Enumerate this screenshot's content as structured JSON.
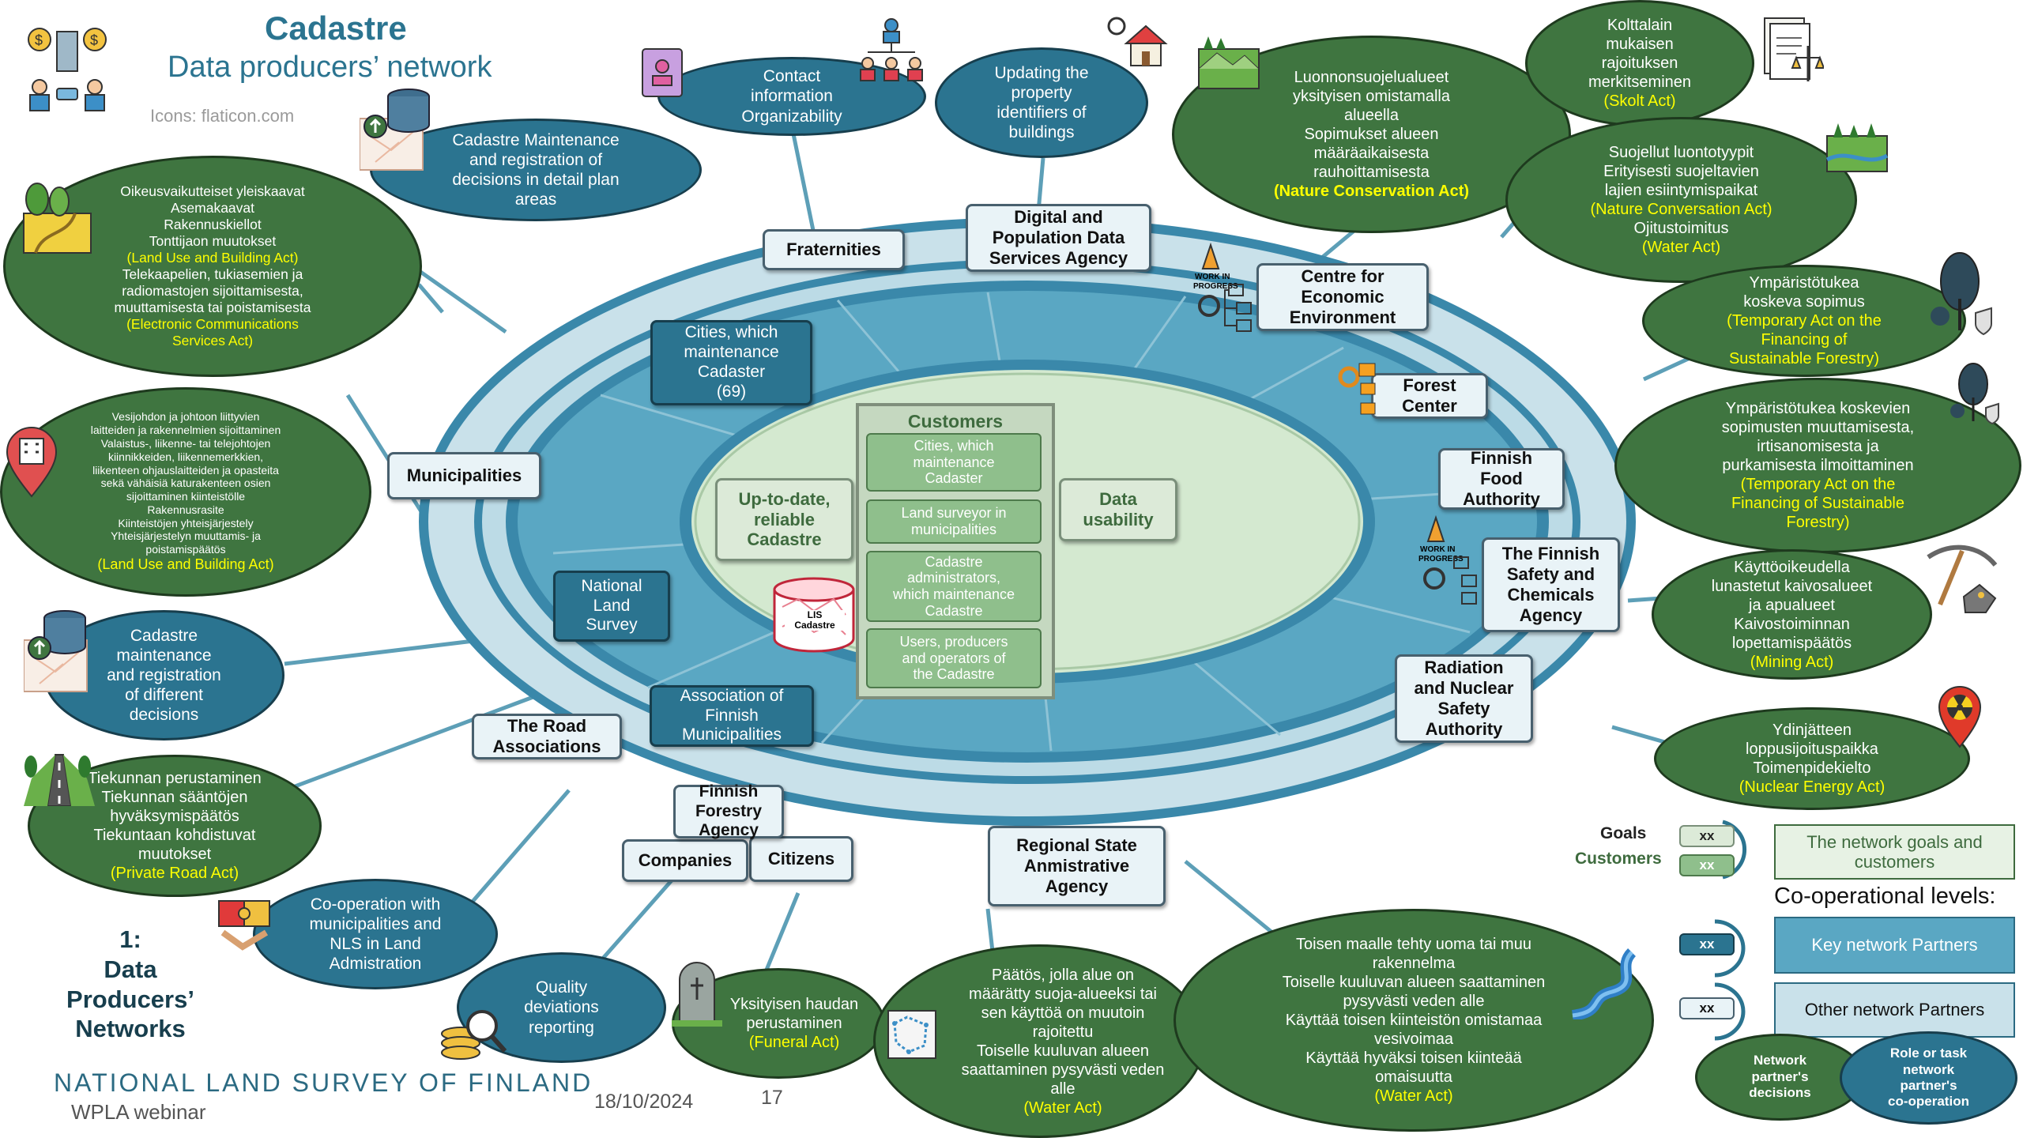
{
  "header": {
    "title": "Cadastre",
    "subtitle": "Data producers’ network",
    "icons_credit": "Icons: flaticon.com"
  },
  "footer": {
    "org": "NATIONAL LAND SURVEY OF FINLAND",
    "event": "WPLA webinar",
    "date": "18/10/2024",
    "page": "17",
    "section_title": "1:\nData\nProducers’\nNetworks"
  },
  "core": {
    "customers_title": "Customers",
    "customers": [
      "Cities, which\nmaintenance\nCadaster",
      "Land surveyor in\nmunicipalities",
      "Cadastre\nadministrators,\nwhich maintenance\nCadastre",
      "Users, producers\nand operators of\nthe Cadastre"
    ],
    "goal_left": "Up-to-date,\nreliable\nCadastre",
    "goal_right": "Data\nusability",
    "db_label": "LIS\nCadastre"
  },
  "key_partners": {
    "cities": "Cities, which\nmaintenance\nCadaster\n(69)",
    "nls": "National\nLand\nSurvey",
    "association": "Association of\nFinnish\nMunicipalities"
  },
  "other_partners": {
    "fraternities": "Fraternities",
    "dvv": "Digital and\nPopulation Data\nServices Agency",
    "ely": "Centre for\nEconomic\nEnvironment",
    "forest_center": "Forest\nCenter",
    "food_authority": "Finnish\nFood\nAuthority",
    "tukes": "The Finnish\nSafety and\nChemicals\nAgency",
    "stuk": "Radiation\nand Nuclear\nSafety\nAuthority",
    "avi": "Regional State\nAnmistrative\nAgency",
    "citizens": "Citizens",
    "companies": "Companies",
    "forestry": "Finnish\nForestry\nAgency",
    "road_assoc": "The Road\nAssociations",
    "municipalities": "Municipalities"
  },
  "decisions": {
    "land_use": {
      "lines": "Oikeusvaikutteiset yleiskaavat\nAsemakaavat\nRakennuskiellot\nTonttijaon muutokset",
      "act": "(Land Use and Building Act)",
      "lines2": "Telekaapelien, tukiasemien  ja\nradiomastojen sijoittamisesta,\nmuuttamisesta tai poistamisesta",
      "act2": "(Electronic Communications\nServices Act)"
    },
    "water_pipe": {
      "lines": "Vesijohdon ja johtoon liittyvien\nlaitteiden ja rakennelmien sijoittaminen\nValaistus-, liikenne- tai telejohtojen\nkiinnikkeiden, liikennemerkkien,\nliikenteen ohjauslaitteiden ja opasteita\nsekä vähäisiä katurakenteen osien\nsijoittaminen kiinteistölle\nRakennusrasite\nKiinteistöjen yhteisjärjestely\nYhteisjärjestelyn muuttamis- ja\npoistamispäätös",
      "act": "(Land Use and Building Act)"
    },
    "private_road": {
      "lines": "Tiekunnan perustaminen\nTiekunnan sääntöjen\nhyväksymispäätös\nTiekuntaan kohdistuvat\nmuutokset",
      "act": "(Private Road Act)"
    },
    "funeral": {
      "lines": "Yksityisen haudan\nperustaminen",
      "act": "(Funeral Act)"
    },
    "water_small": {
      "lines": "Päätös, jolla alue on\nmäärätty suoja-alueeksi tai\nsen käyttöä on muutoin\nrajoitettu\nToiselle kuuluvan alueen\nsaattaminen pysyvästi veden\nalle",
      "act": "(Water Act)"
    },
    "water_big": {
      "lines": "Toisen maalle tehty uoma tai muu\nrakennelma\nToiselle kuuluvan alueen saattaminen\npysyvästi veden alle\nKäyttää toisen kiinteistön omistamaa\nvesivoimaa\nKäyttää hyväksi toisen kiinteää\nomaisuutta",
      "act": "(Water Act)"
    },
    "nature": {
      "lines": "Luonnonsuojelualueet\nyksityisen omistamalla\nalueella\nSopimukset alueen\nmääräaikaisesta\nrauhoittamisesta",
      "act": "(Nature Conservation Act)"
    },
    "skolt": {
      "lines": "Kolttalain\nmukaisen\nrajoituksen\nmerkitseminen",
      "act": "(Skolt Act)"
    },
    "habitats": {
      "lines": "Suojellut luontotyypit\nErityisesti suojeltavien\nlajien esiintymispaikat",
      "act": "(Nature Conversation Act)",
      "lines2": "Ojitustoimitus",
      "act2": "(Water Act)"
    },
    "forestry1": {
      "lines": "Ympäristötukea\nkoskeva sopimus",
      "act": "(Temporary Act on the\nFinancing of\nSustainable Forestry)"
    },
    "forestry2": {
      "lines": "Ympäristötukea koskevien\nsopimusten muuttamisesta,\nirtisanomisesta ja\npurkamisesta ilmoittaminen",
      "act": "(Temporary Act on the\nFinancing of Sustainable\nForestry)"
    },
    "mining": {
      "lines": "Käyttöoikeudella\nlunastetut kaivosalueet\nja apualueet\nKaivostoiminnan\nlopettamispäätös",
      "act": "(Mining Act)"
    },
    "nuclear": {
      "lines": "Ydinjätteen\nloppusijoituspaikka\nToimenpidekielto",
      "act": "(Nuclear Energy Act)"
    }
  },
  "cooperation": {
    "contact": "Contact\ninformation\nOrganizability",
    "property_ids": "Updating the\nproperty\nidentifiers of\nbuildings",
    "maintenance_detail": "Cadastre Maintenance\nand registration of\ndecisions in detail plan\nareas",
    "maintenance_other": "Cadastre\nmaintenance\nand registration\nof different\ndecisions",
    "coop_nls": "Co-operation with\nmunicipalities and\nNLS in Land\nAdmistration",
    "quality": "Quality\ndeviations\nreporting"
  },
  "legend": {
    "goals": "Goals",
    "customers": "Customers",
    "goals_desc": "The network goals and\ncustomers",
    "levels": "Co-operational levels:",
    "key": "Key network Partners",
    "other": "Other network Partners",
    "decisions": "Network\npartner's\ndecisions",
    "role": "Role or task\nnetwork\npartner's\nco-operation",
    "xx": "xx"
  },
  "colors": {
    "green": "#3f7540",
    "blue": "#2b7490",
    "act_yellow": "#ffff00",
    "title_blue": "#2b7490",
    "ring_light": "#c9e1ea",
    "ring_mid": "#5da9c4"
  },
  "icon_names": [
    "money-buildings-icon",
    "contact-book-icon",
    "org-chart-icon",
    "house-update-icon",
    "database-map-icon",
    "forest-map-icon",
    "landscape-icon",
    "document-scale-icon",
    "nature-icon",
    "tree-person-icon",
    "mining-pickaxe-icon",
    "nuclear-pin-icon",
    "building-pin-icon",
    "road-icon",
    "puzzle-handshake-icon",
    "coin-search-icon",
    "gravestone-icon",
    "map-grid-icon",
    "river-icon",
    "work-in-progress-icon",
    "gear-folders-icon"
  ]
}
